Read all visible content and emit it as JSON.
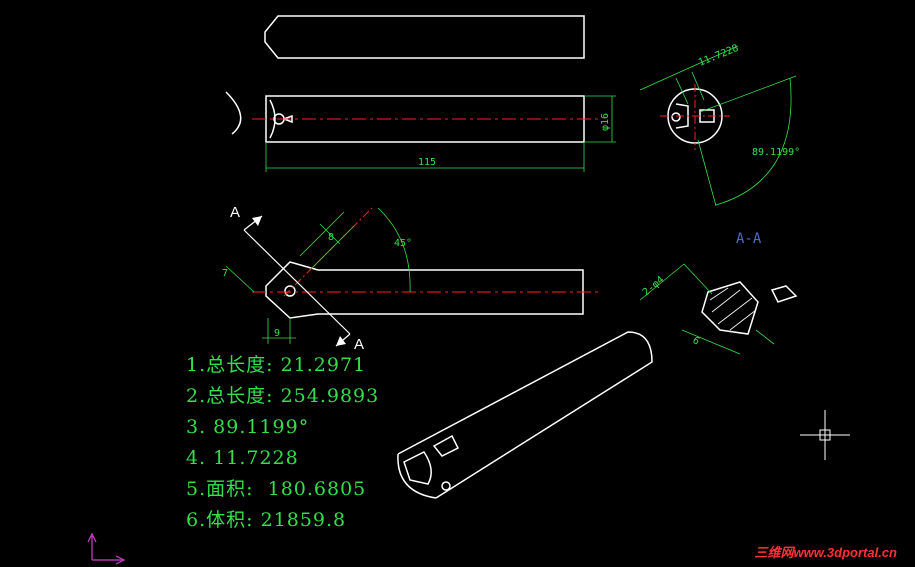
{
  "dimensions": {
    "top_length": "115",
    "top_dia": "φ16",
    "right_chord": "11.7228",
    "right_angle": "89.1199°",
    "mid_angle": "45°",
    "mid_d8": "8",
    "mid_d7": "7",
    "mid_d9": "9",
    "section_dia": "2-φ4",
    "section_d6": "6"
  },
  "labels": {
    "section_a_top": "A",
    "section_a_bottom": "A",
    "section_title": "A-A"
  },
  "results": [
    "1.总长度: 21.2971",
    "2.总长度: 254.9893",
    "3. 89.1199°",
    "4. 11.7228",
    "5.面积:  180.6805",
    "6.体积: 21859.8"
  ],
  "watermark": "三维网www.3dportal.cn",
  "colors": {
    "background": "#000000",
    "outline": "#ffffff",
    "dimension": "#33e04a",
    "centerline": "#ff2020",
    "section_label": "#4a6cc8"
  }
}
